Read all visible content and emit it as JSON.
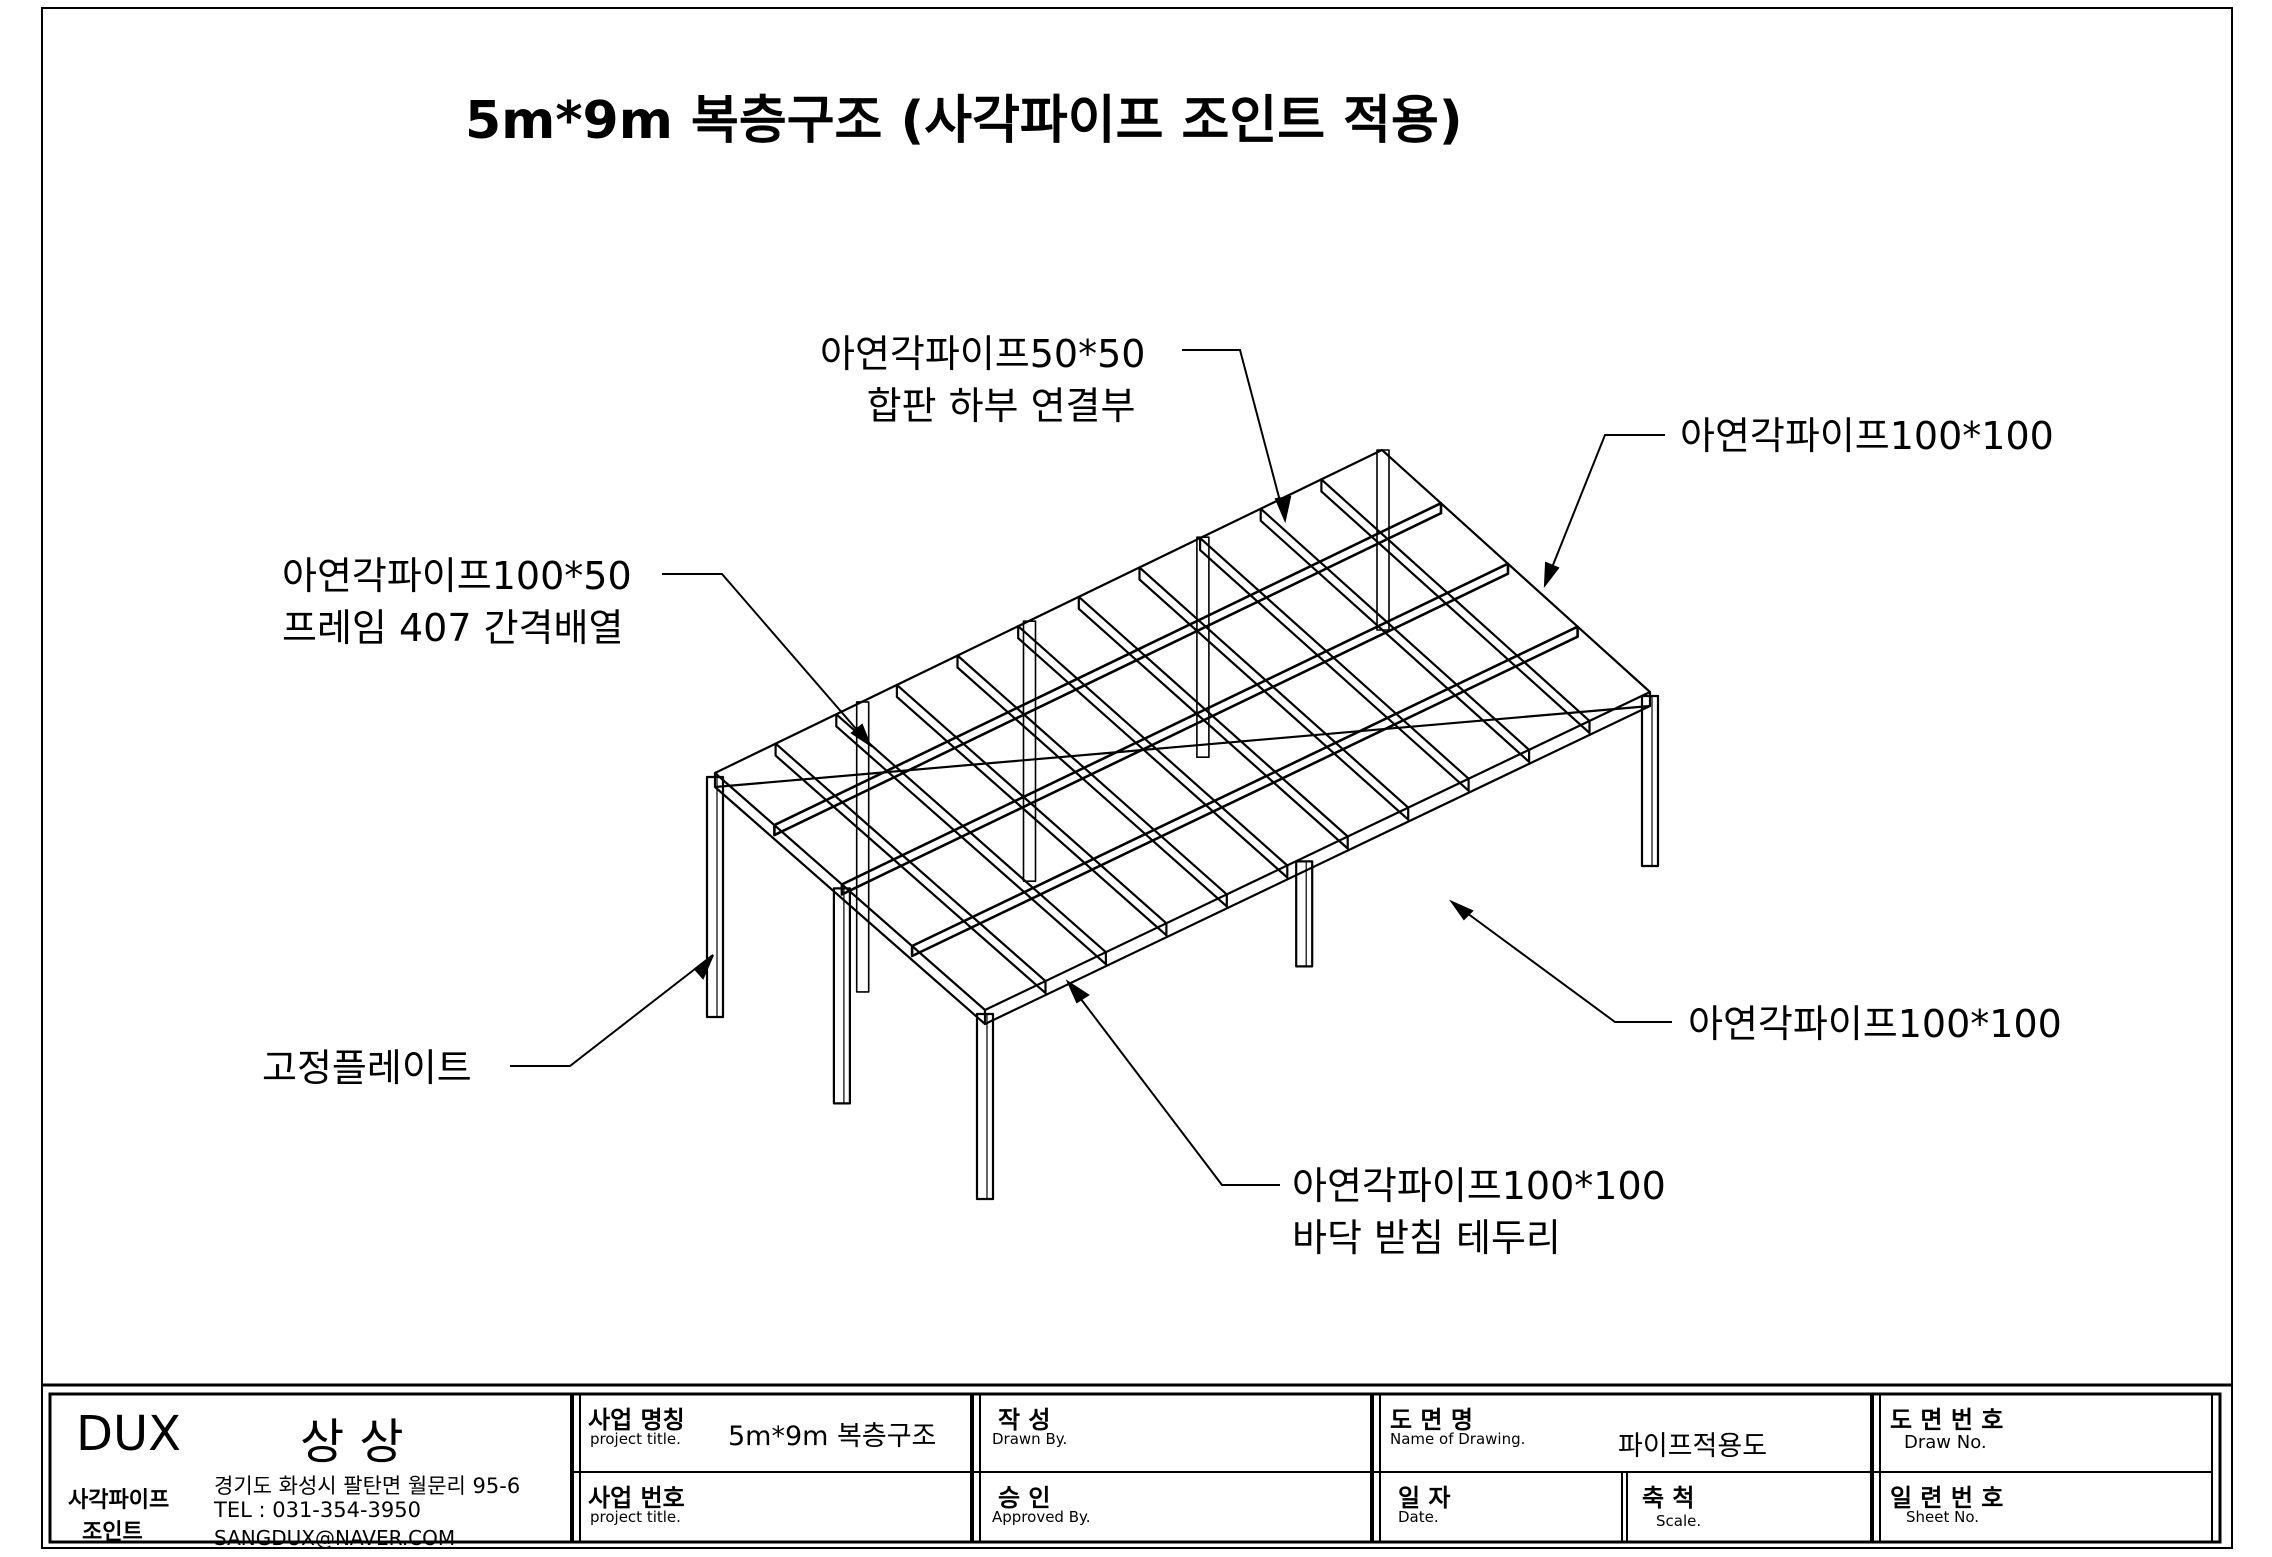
{
  "drawing": {
    "title": "5m*9m 복층구조 (사각파이프 조인트 적용)",
    "callouts": {
      "top_joint": {
        "line1": "아연각파이프50*50",
        "line2": "합판 하부 연결부"
      },
      "right_top": {
        "line1": "아연각파이프100*100"
      },
      "left_frame": {
        "line1": "아연각파이프100*50",
        "line2": "프레임 407 간격배열"
      },
      "fixed_plate": {
        "line1": "고정플레이트"
      },
      "right_column": {
        "line1": "아연각파이프100*100"
      },
      "bottom_edge": {
        "line1": "아연각파이프100*100",
        "line2": "바닥 받침 테두리"
      }
    }
  },
  "title_block": {
    "company": {
      "brand": "DUX",
      "name": "상 상",
      "product_line1": "사각파이프",
      "product_line2": "조인트",
      "address": "경기도 화성시 팔탄면 월문리 95-6",
      "tel": "TEL : 031-354-3950",
      "email": "SANGDUX@NAVER.COM"
    },
    "project_name": {
      "label": "사업 명칭",
      "sub": "project title.",
      "value": "5m*9m 복층구조"
    },
    "project_no": {
      "label": "사업 번호",
      "sub": "project title.",
      "value": ""
    },
    "drawn_by": {
      "label": "작   성",
      "sub": "Drawn By.",
      "value": ""
    },
    "approved_by": {
      "label": "승   인",
      "sub": "Approved By.",
      "value": ""
    },
    "drawing_name": {
      "label": "도  면  명",
      "sub": "Name of Drawing.",
      "value": "파이프적용도"
    },
    "date": {
      "label": "일  자",
      "sub": "Date.",
      "value": ""
    },
    "scale": {
      "label": "축  척",
      "sub": "Scale.",
      "value": ""
    },
    "draw_no": {
      "label": "도 면 번 호",
      "sub": "Draw No.",
      "value": ""
    },
    "sheet_no": {
      "label": "일 련 번 호",
      "sub": "Sheet No.",
      "value": ""
    }
  }
}
